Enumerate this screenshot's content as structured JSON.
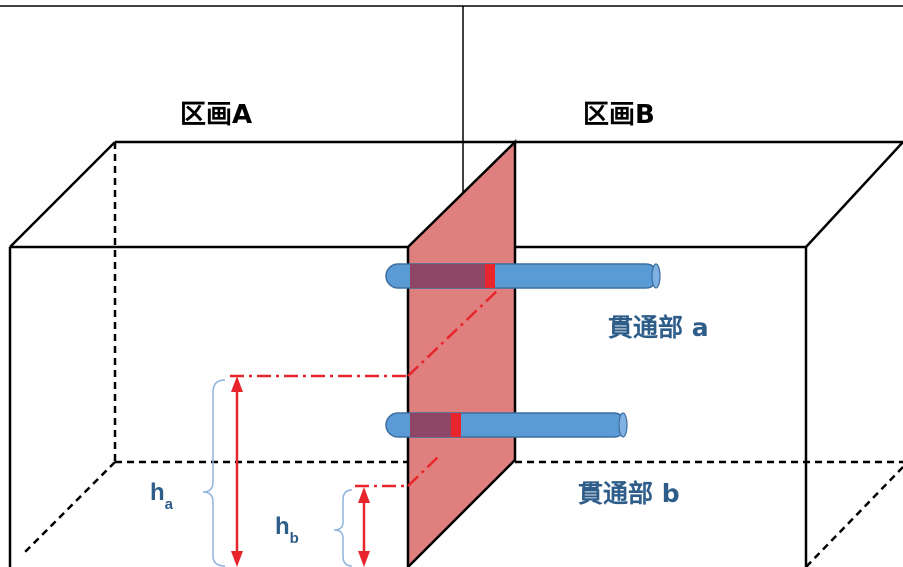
{
  "labels": {
    "zone_a": "区画A",
    "zone_b": "区画B",
    "penetration_a": "貫通部 a",
    "penetration_b": "貫通部 b",
    "height_a": {
      "base": "h",
      "sub": "a"
    },
    "height_b": {
      "base": "h",
      "sub": "b"
    }
  },
  "colors": {
    "outline": "#000000",
    "wall_fill": "#e0807e",
    "pipe_fill": "#5b9bd5",
    "pipe_inner": "#8e4566",
    "seal": "#e8252d",
    "dimension": "#e8252d",
    "text_accent": "#2e5d8a",
    "brace": "#8fb4dc"
  }
}
